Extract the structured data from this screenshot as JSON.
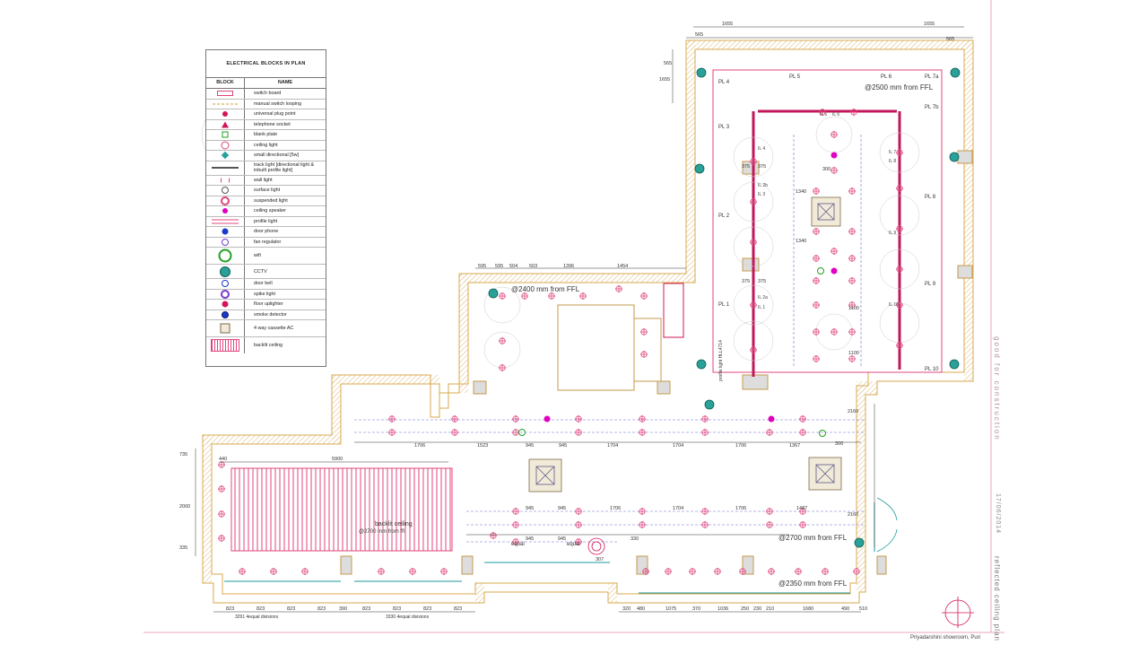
{
  "legend": {
    "title": "ELECTRICAL BLOCKS IN PLAN",
    "col_block": "BLOCK",
    "col_name": "NAME",
    "items": [
      {
        "name": "switch board",
        "icon": "switch-board-icon"
      },
      {
        "name": "manual switch looping",
        "icon": "looping-line-icon"
      },
      {
        "name": "universal plug point",
        "icon": "plug-point-icon"
      },
      {
        "name": "telephone socket",
        "icon": "telephone-socket-icon"
      },
      {
        "name": "blank plate",
        "icon": "blank-plate-icon"
      },
      {
        "name": "ceiling light",
        "icon": "ceiling-light-icon"
      },
      {
        "name": "small directional [5w]",
        "icon": "directional-light-icon"
      },
      {
        "name": "track light [directional light & inbuilt profile light]",
        "icon": "track-light-icon"
      },
      {
        "name": "wall light",
        "icon": "wall-light-icon"
      },
      {
        "name": "surface light",
        "icon": "surface-light-icon"
      },
      {
        "name": "suspended light",
        "icon": "suspended-light-icon"
      },
      {
        "name": "ceiling speaker",
        "icon": "ceiling-speaker-icon"
      },
      {
        "name": "profile light",
        "icon": "profile-light-icon"
      },
      {
        "name": "door phone",
        "icon": "door-phone-icon"
      },
      {
        "name": "fan regulator",
        "icon": "fan-regulator-icon"
      },
      {
        "name": "wifi",
        "icon": "wifi-icon"
      },
      {
        "name": "CCTV",
        "icon": "cctv-icon"
      },
      {
        "name": "door bell",
        "icon": "door-bell-icon"
      },
      {
        "name": "spike light",
        "icon": "spike-light-icon"
      },
      {
        "name": "floor uplighter",
        "icon": "floor-uplighter-icon"
      },
      {
        "name": "smoke detector",
        "icon": "smoke-detector-icon"
      },
      {
        "name": "4 way cassette AC",
        "icon": "cassette-ac-icon"
      },
      {
        "name": "backlit ceiling",
        "icon": "backlit-ceiling-icon"
      }
    ]
  },
  "notes": {
    "h2500": "@2500 mm from FFL",
    "h2400": "@2400 mm from FFL",
    "h2700": "@2700 mm from FFL",
    "h2350": "@2350 mm from FFL",
    "backlit": "backlit ceiling",
    "backlit_h": "@2700 mm from ffl",
    "profile_vertical": "profile light HLL4714",
    "equal1": "equal",
    "equal2": "equal",
    "div1": "3291 4equal divisions",
    "div2": "3330 4equal divisions"
  },
  "labels": {
    "pl": [
      "PL 1",
      "PL 2",
      "PL 3",
      "PL 4",
      "PL 5",
      "PL 6",
      "PL 7a",
      "PL 7b",
      "PL 8",
      "PL 9",
      "PL 10"
    ],
    "il": [
      "IL 1",
      "IL 2a",
      "IL 2b",
      "IL 3",
      "IL 4",
      "IL 5",
      "IL 6",
      "IL 7",
      "IL 8",
      "IL 9",
      "IL 10"
    ]
  },
  "dims": {
    "top": [
      "1655",
      "565",
      "1655",
      "565",
      "565"
    ],
    "left_top": [
      "1655",
      "565"
    ],
    "mid_top": [
      "595",
      "595",
      "504",
      "503",
      "1396",
      "1454"
    ],
    "row1": [
      "1706",
      "1523",
      "945",
      "945",
      "1704",
      "1704",
      "1706",
      "1367"
    ],
    "row2": [
      "945",
      "945",
      "1706",
      "1704",
      "1706",
      "1487"
    ],
    "row3": [
      "945",
      "945"
    ],
    "bottom": [
      "823",
      "823",
      "823",
      "823",
      "390",
      "823",
      "823",
      "823",
      "823"
    ],
    "bottom2": [
      "320",
      "480",
      "1075",
      "370",
      "1036",
      "250",
      "230",
      "210",
      "1680",
      "490",
      "510"
    ],
    "backlit_w": "5900",
    "left": [
      "440",
      "735",
      "2000",
      "335"
    ],
    "right": [
      "375",
      "375",
      "375",
      "375",
      "1340",
      "1340",
      "1100",
      "1100",
      "2160",
      "2160"
    ],
    "misc": [
      "307",
      "300",
      "300",
      "330"
    ]
  },
  "footer": {
    "stamp": "good for construction",
    "date": "17/06/2014",
    "sheet": "reflected ceiling plan",
    "project": "Priyadarshini showroom, Puri"
  },
  "colors": {
    "wall": "#e8c98a",
    "accent": "#d4145a",
    "pink": "#e0457e",
    "cctv": "#2aa198",
    "dim": "#333333",
    "grid": "#6b6bd6"
  }
}
